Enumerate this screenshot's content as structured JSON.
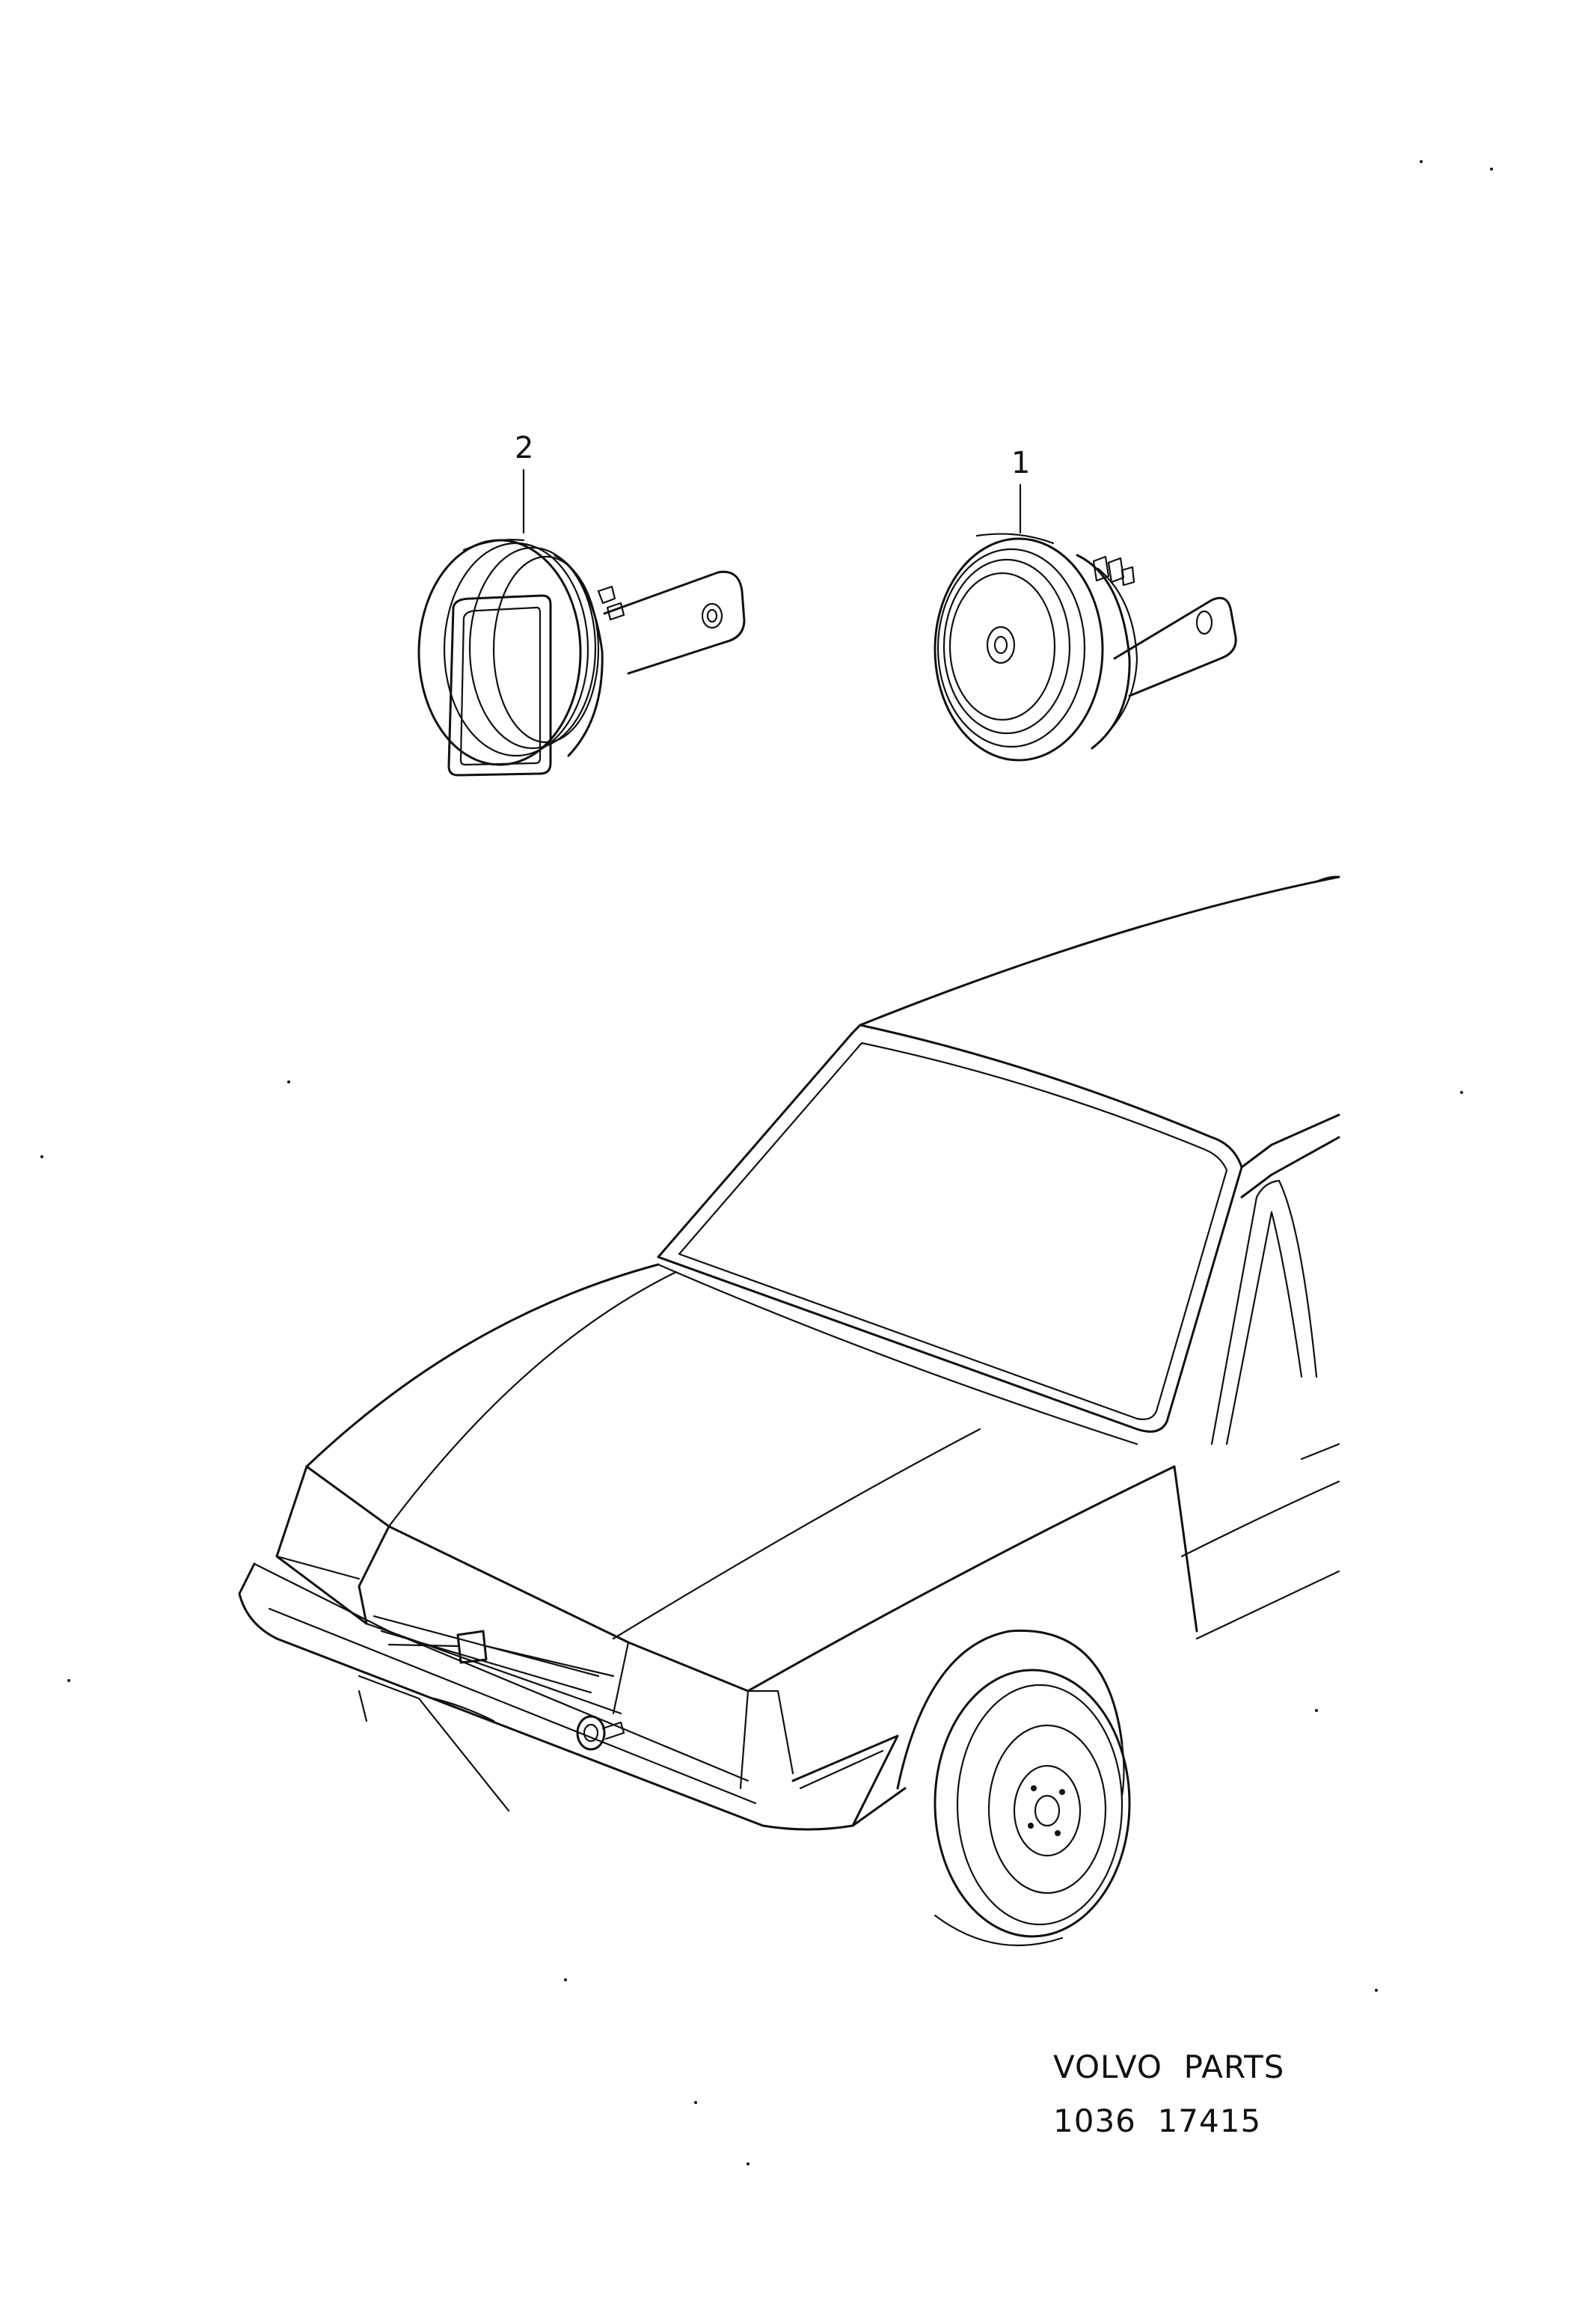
{
  "diagram": {
    "callouts": [
      {
        "id": "horn-2",
        "number": "2"
      },
      {
        "id": "horn-1",
        "number": "1"
      }
    ]
  },
  "footer": {
    "line1": "VOLVO  PARTS",
    "line2": "1036  17415"
  }
}
